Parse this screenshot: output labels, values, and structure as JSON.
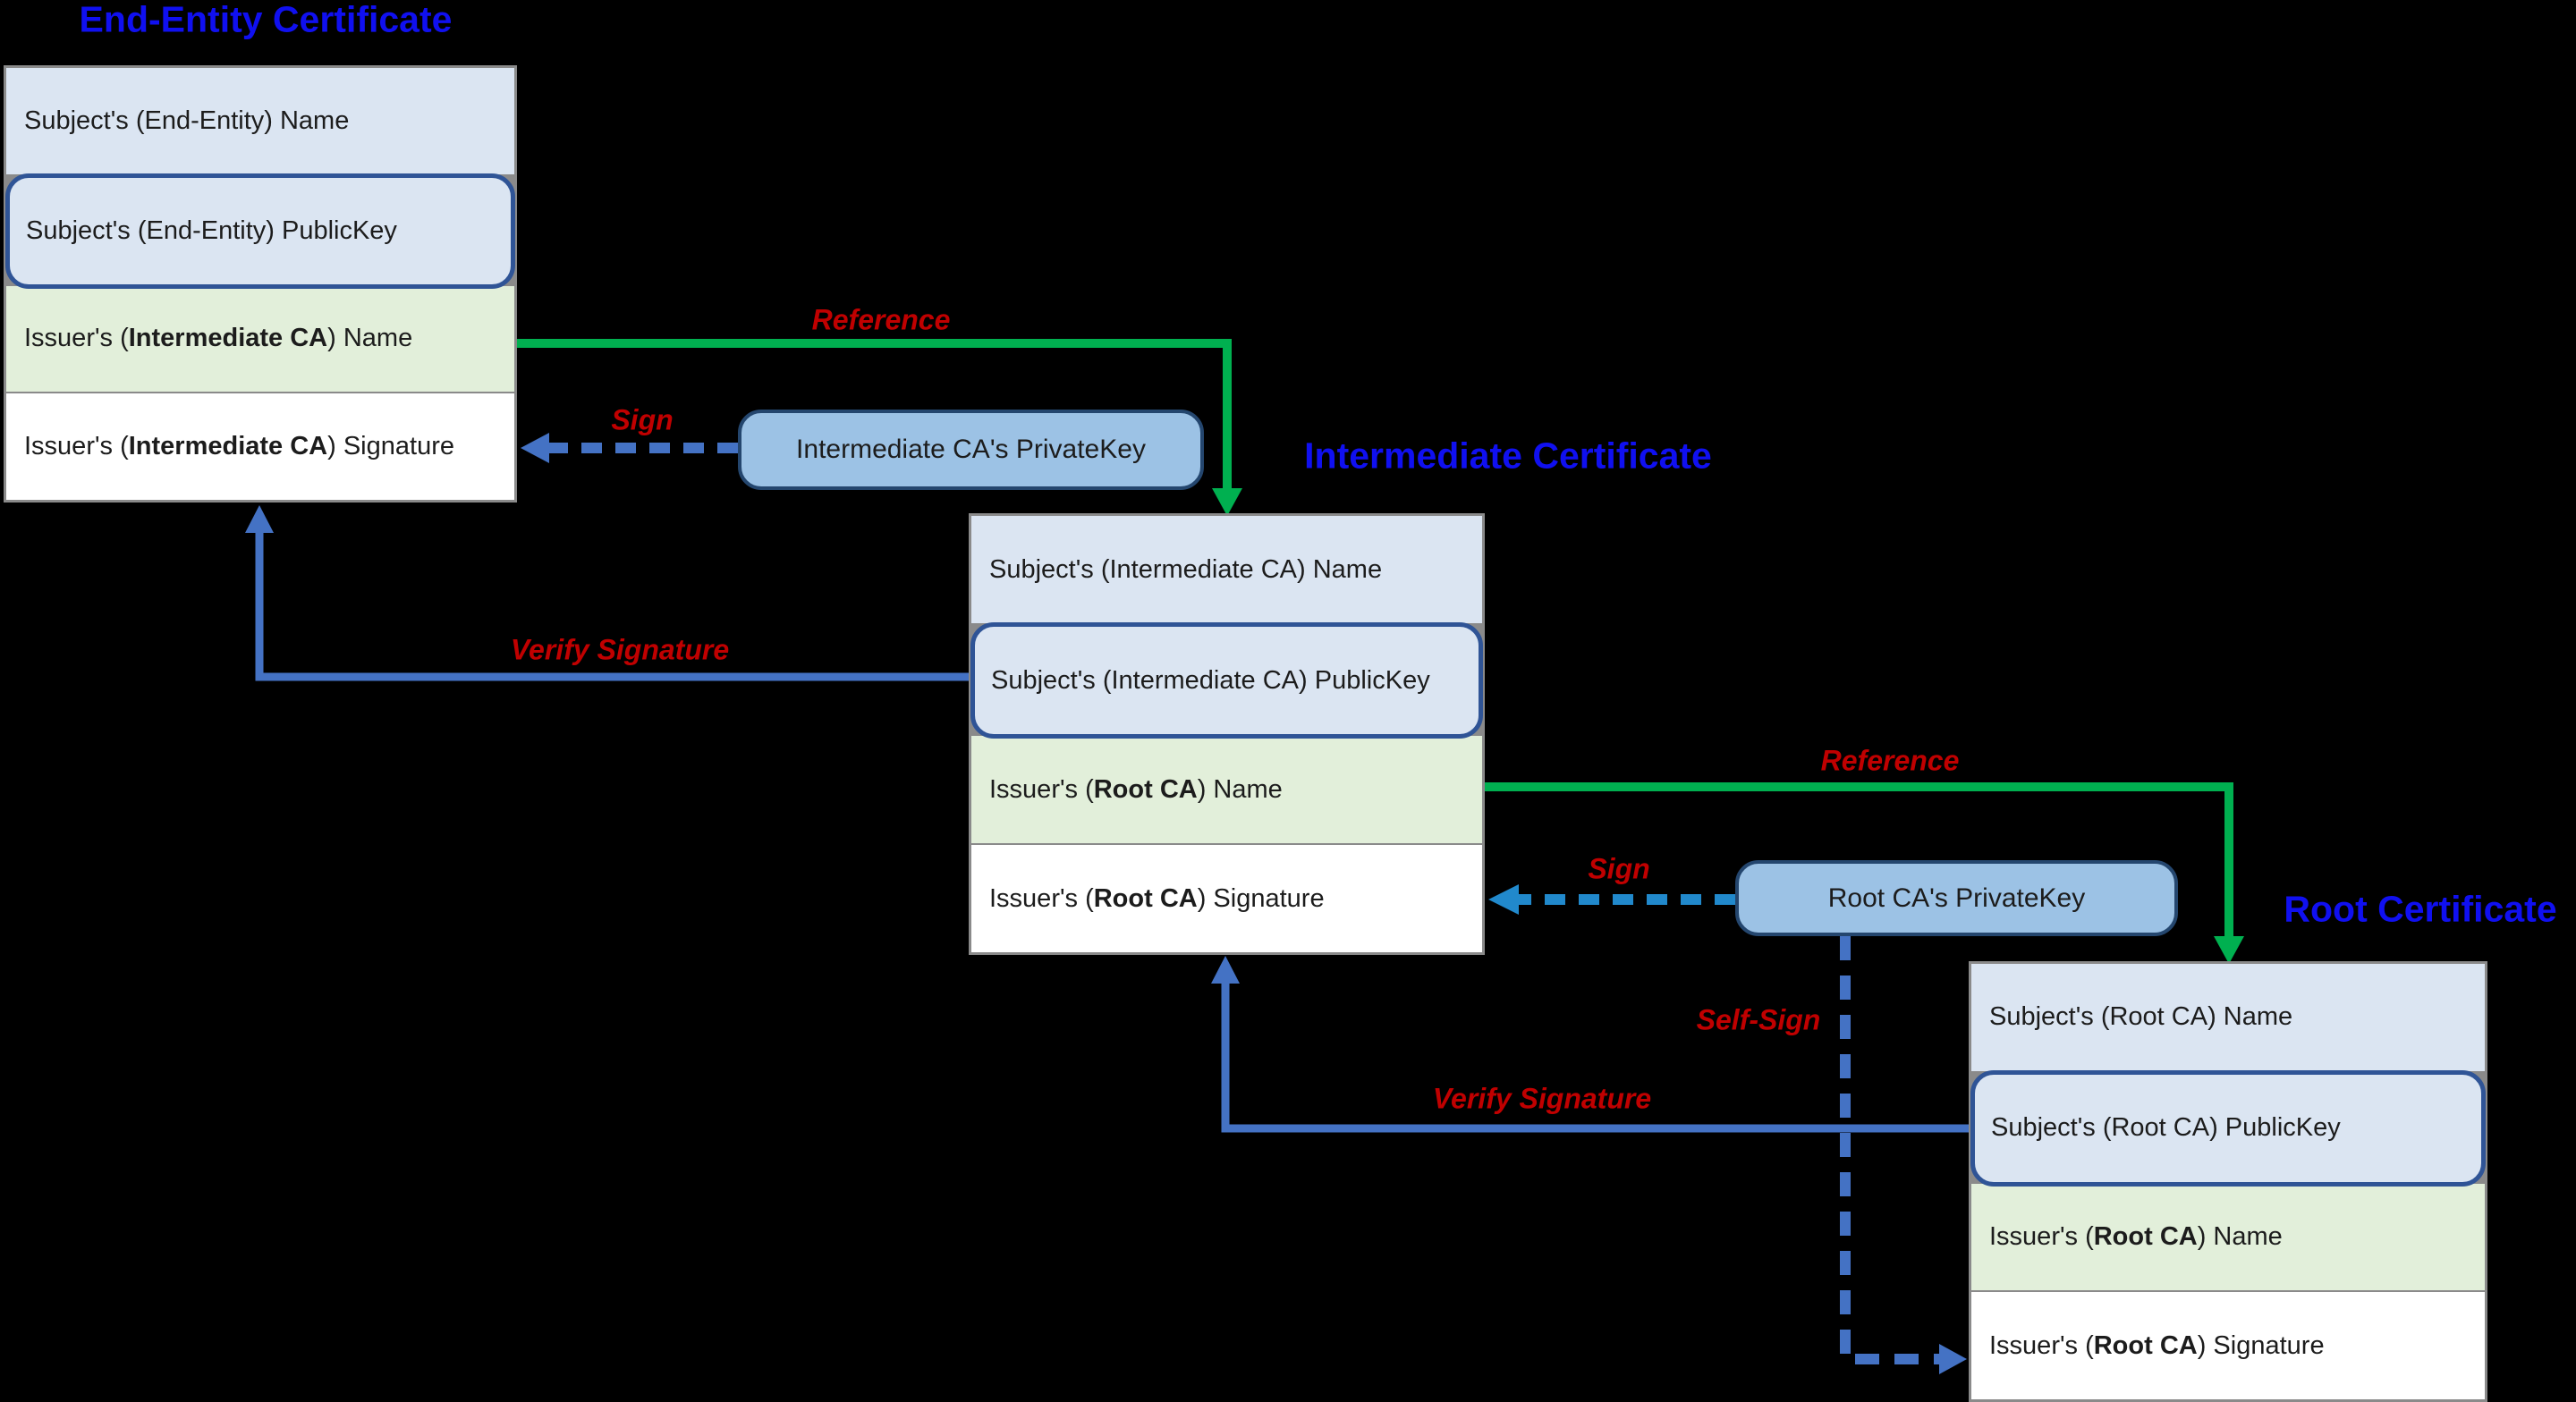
{
  "diagram_type": "certificate-chain-of-trust",
  "certificates": {
    "end_entity": {
      "title": "End-Entity Certificate",
      "rows": [
        {
          "pre": "Subject's (End-Entity) Name",
          "bold": "",
          "post": ""
        },
        {
          "pre": "Subject's (End-Entity) PublicKey",
          "bold": "",
          "post": ""
        },
        {
          "pre": "Issuer's (",
          "bold": "Intermediate CA",
          "post": ") Name"
        },
        {
          "pre": "Issuer's (",
          "bold": "Intermediate CA",
          "post": ") Signature"
        }
      ]
    },
    "intermediate": {
      "title": "Intermediate Certificate",
      "rows": [
        {
          "pre": "Subject's (Intermediate CA) Name",
          "bold": "",
          "post": ""
        },
        {
          "pre": "Subject's (Intermediate CA) PublicKey",
          "bold": "",
          "post": ""
        },
        {
          "pre": "Issuer's (",
          "bold": "Root CA",
          "post": ") Name"
        },
        {
          "pre": "Issuer's (",
          "bold": "Root CA",
          "post": ") Signature"
        }
      ]
    },
    "root": {
      "title": "Root Certificate",
      "rows": [
        {
          "pre": "Subject's (Root CA) Name",
          "bold": "",
          "post": ""
        },
        {
          "pre": "Subject's (Root CA) PublicKey",
          "bold": "",
          "post": ""
        },
        {
          "pre": "Issuer's (",
          "bold": "Root CA",
          "post": ") Name"
        },
        {
          "pre": "Issuer's (",
          "bold": "Root CA",
          "post": ") Signature"
        }
      ]
    }
  },
  "private_keys": {
    "intermediate": "Intermediate CA's PrivateKey",
    "root": "Root CA's PrivateKey"
  },
  "arrow_labels": {
    "reference_1": "Reference",
    "sign_1": "Sign",
    "verify_1": "Verify Signature",
    "reference_2": "Reference",
    "sign_2": "Sign",
    "verify_2": "Verify Signature",
    "self_sign": "Self-Sign"
  },
  "colors": {
    "background": "#000000",
    "title_blue": "#1010f0",
    "label_red": "#c00000",
    "reference_arrow_green": "#00b050",
    "verify_arrow_blue": "#4472c4",
    "sign_arrow_blue_1": "#4472c4",
    "sign_arrow_blue_2": "#2189cc",
    "self_sign_arrow_blue": "#4472c4",
    "cert_fill_blue": "#dbe5f2",
    "cert_fill_green": "#e2efda",
    "cert_fill_white": "#ffffff",
    "pubkey_border": "#2f5496",
    "privatekey_fill": "#9cc2e5",
    "privatekey_border": "#24466e",
    "box_border_gray": "#8a8a8a"
  }
}
